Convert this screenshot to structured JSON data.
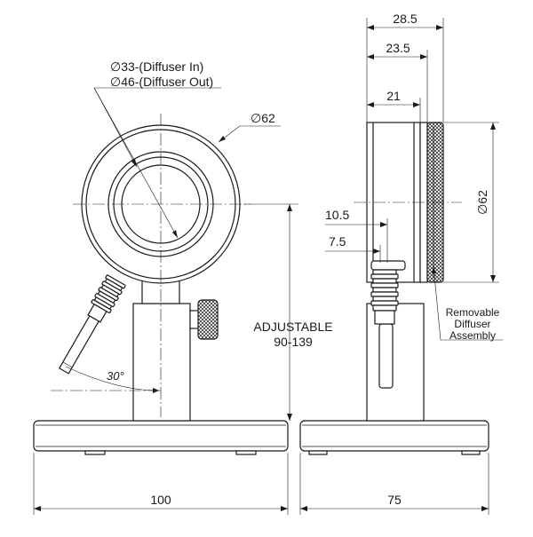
{
  "front_view": {
    "callout_diffuser_in": "∅33-(Diffuser In)",
    "callout_diffuser_out": "∅46-(Diffuser Out)",
    "callout_outer_diameter": "∅62",
    "label_adjustable": "ADJUSTABLE",
    "label_height_range": "90-139",
    "label_angle": "30°",
    "dim_width": "100"
  },
  "side_view": {
    "dim_28_5": "28.5",
    "dim_23_5": "23.5",
    "dim_21": "21",
    "dim_10_5": "10.5",
    "dim_7_5": "7.5",
    "dim_diameter_62": "∅62",
    "label_removable": "Removable",
    "label_diffuser": "Diffuser",
    "label_assembly": "Assembly",
    "dim_depth": "75"
  }
}
